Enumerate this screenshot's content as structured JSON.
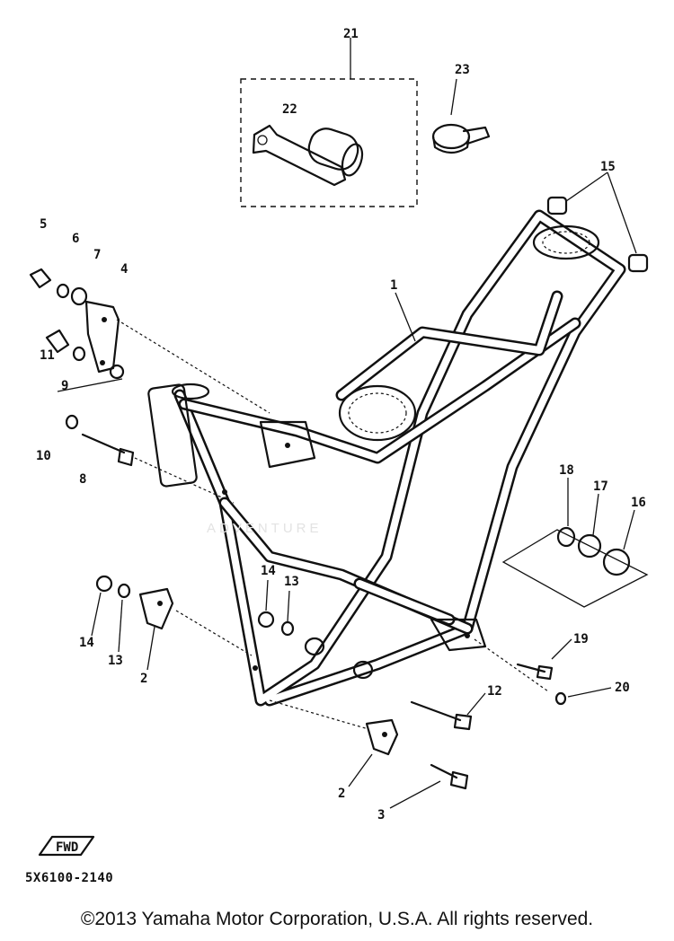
{
  "diagram": {
    "callouts": [
      "21",
      "22",
      "23",
      "15",
      "5",
      "6",
      "7",
      "4",
      "11",
      "9",
      "10",
      "8",
      "1",
      "18",
      "17",
      "16",
      "14",
      "13",
      "2",
      "19",
      "12",
      "20",
      "3"
    ],
    "drawing_code": "5X6100-2140",
    "fwd_marker": "FWD"
  },
  "watermark": "ADVENTURE",
  "footer": {
    "copyright": "©2013 Yamaha Motor Corporation, U.S.A. All rights reserved."
  }
}
